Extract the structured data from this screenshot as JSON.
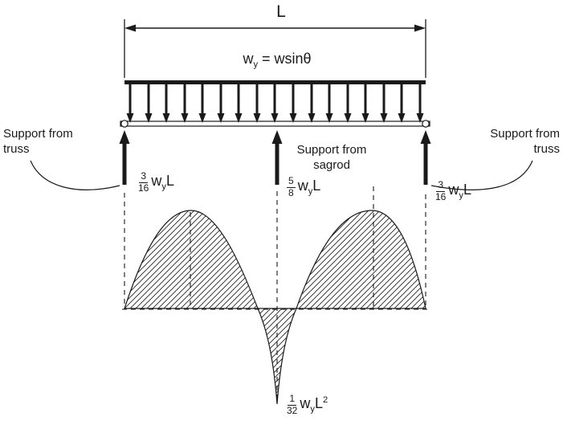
{
  "dimension_label": "L",
  "load": {
    "base": "w",
    "subscript": "y",
    "rest": " = wsinθ"
  },
  "supports": {
    "left": {
      "line1": "Support from",
      "line2": "truss"
    },
    "middle": {
      "line1": "Support from",
      "line2": "sagrod"
    },
    "right": {
      "line1": "Support from",
      "line2": "truss"
    }
  },
  "reactions": {
    "left": {
      "numerator": "3",
      "denominator": "16",
      "base": "w",
      "subscript": "y",
      "factor": "L"
    },
    "middle": {
      "numerator": "5",
      "denominator": "8",
      "base": "w",
      "subscript": "y",
      "factor": "L"
    },
    "right": {
      "numerator": "3",
      "denominator": "16",
      "base": "w",
      "subscript": "y",
      "factor": "L"
    }
  },
  "moment": {
    "numerator": "1",
    "denominator": "32",
    "base": "w",
    "subscript": "y",
    "factor": "L",
    "exponent": "2"
  },
  "colors": {
    "ink": "#1a1a1a",
    "background": "#ffffff"
  }
}
